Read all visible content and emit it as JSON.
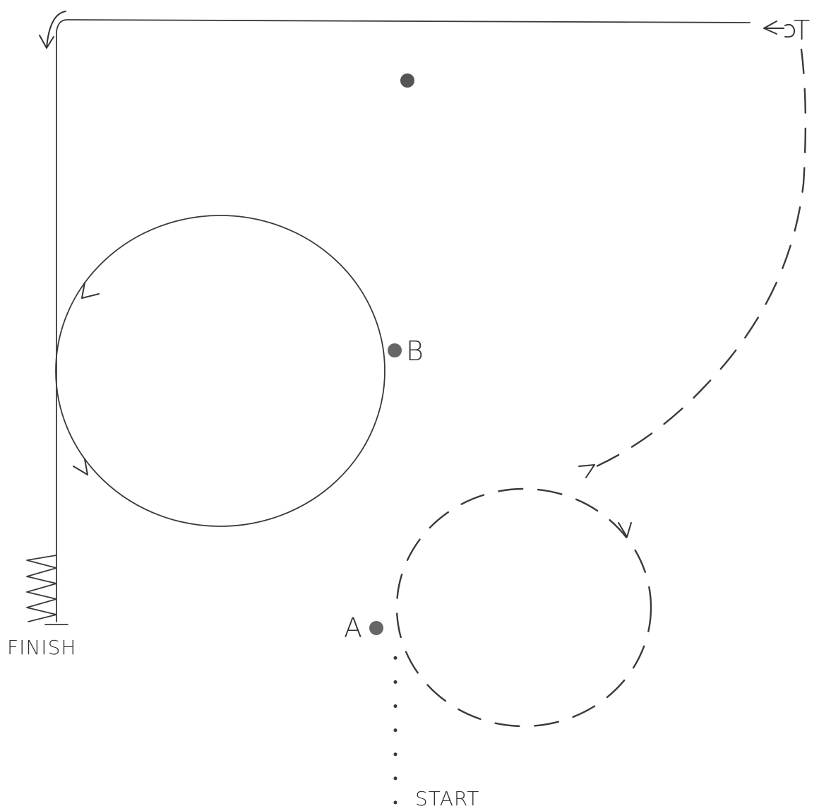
{
  "diagram": {
    "labels": {
      "start": "START",
      "finish": "FINISH",
      "point_a": "A",
      "point_b": "B",
      "turn_marker": "T"
    },
    "colors": {
      "ink": "#3a3a3a",
      "point_fill": "#666666",
      "background": "#ffffff"
    }
  }
}
